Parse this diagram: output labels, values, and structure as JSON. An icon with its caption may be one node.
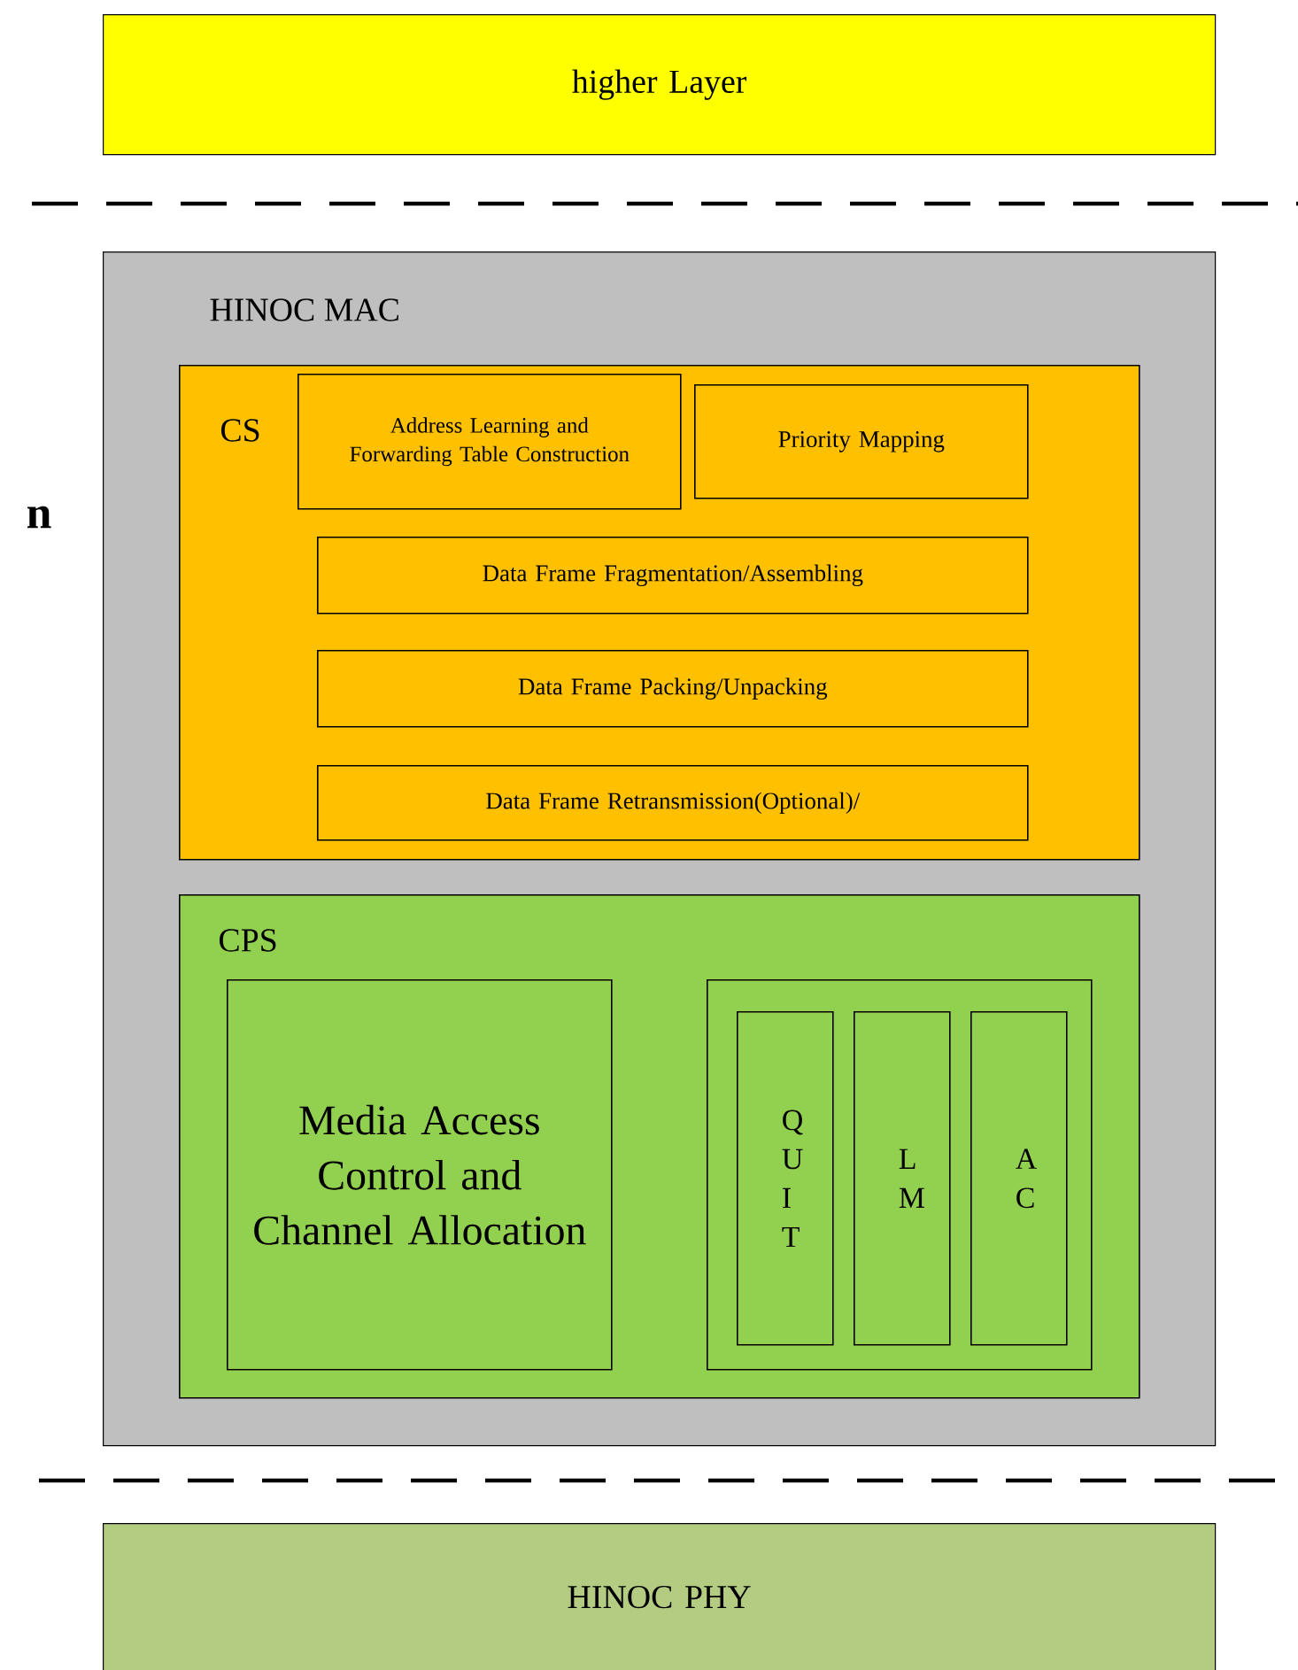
{
  "diagram": {
    "nodes": [
      {
        "text": [
          "higher Layer"
        ]
      },
      {
        "text": [
          "HINOC MAC"
        ]
      },
      {
        "text": [
          "CS"
        ],
        "in": 1
      },
      {
        "text": [
          "Address Learning and Forwarding Table Construction"
        ],
        "in": 2
      },
      {
        "text": [
          "Priority Mapping"
        ],
        "in": 2
      },
      {
        "text": [
          "Data Frame Fragmentation/Assembling"
        ],
        "in": 2
      },
      {
        "text": [
          "Data Frame Packing/Unpacking"
        ],
        "in": 2
      },
      {
        "text": [
          "Data Frame Retransmission(Optional)/"
        ],
        "in": 2
      },
      {
        "text": [
          "CPS"
        ],
        "in": 1
      },
      {
        "text": [
          "Media Access Control and Channel Allocation"
        ],
        "in": 8
      },
      {
        "text": [],
        "shape": "box",
        "in": 8
      },
      {
        "text": [
          "QUIT"
        ],
        "in": 10
      },
      {
        "text": [
          "LM"
        ],
        "in": 10
      },
      {
        "text": [
          "AC"
        ],
        "in": 10
      },
      {
        "text": [
          "HINOC PHY"
        ]
      }
    ],
    "edges": [],
    "labels": [
      "n"
    ]
  }
}
